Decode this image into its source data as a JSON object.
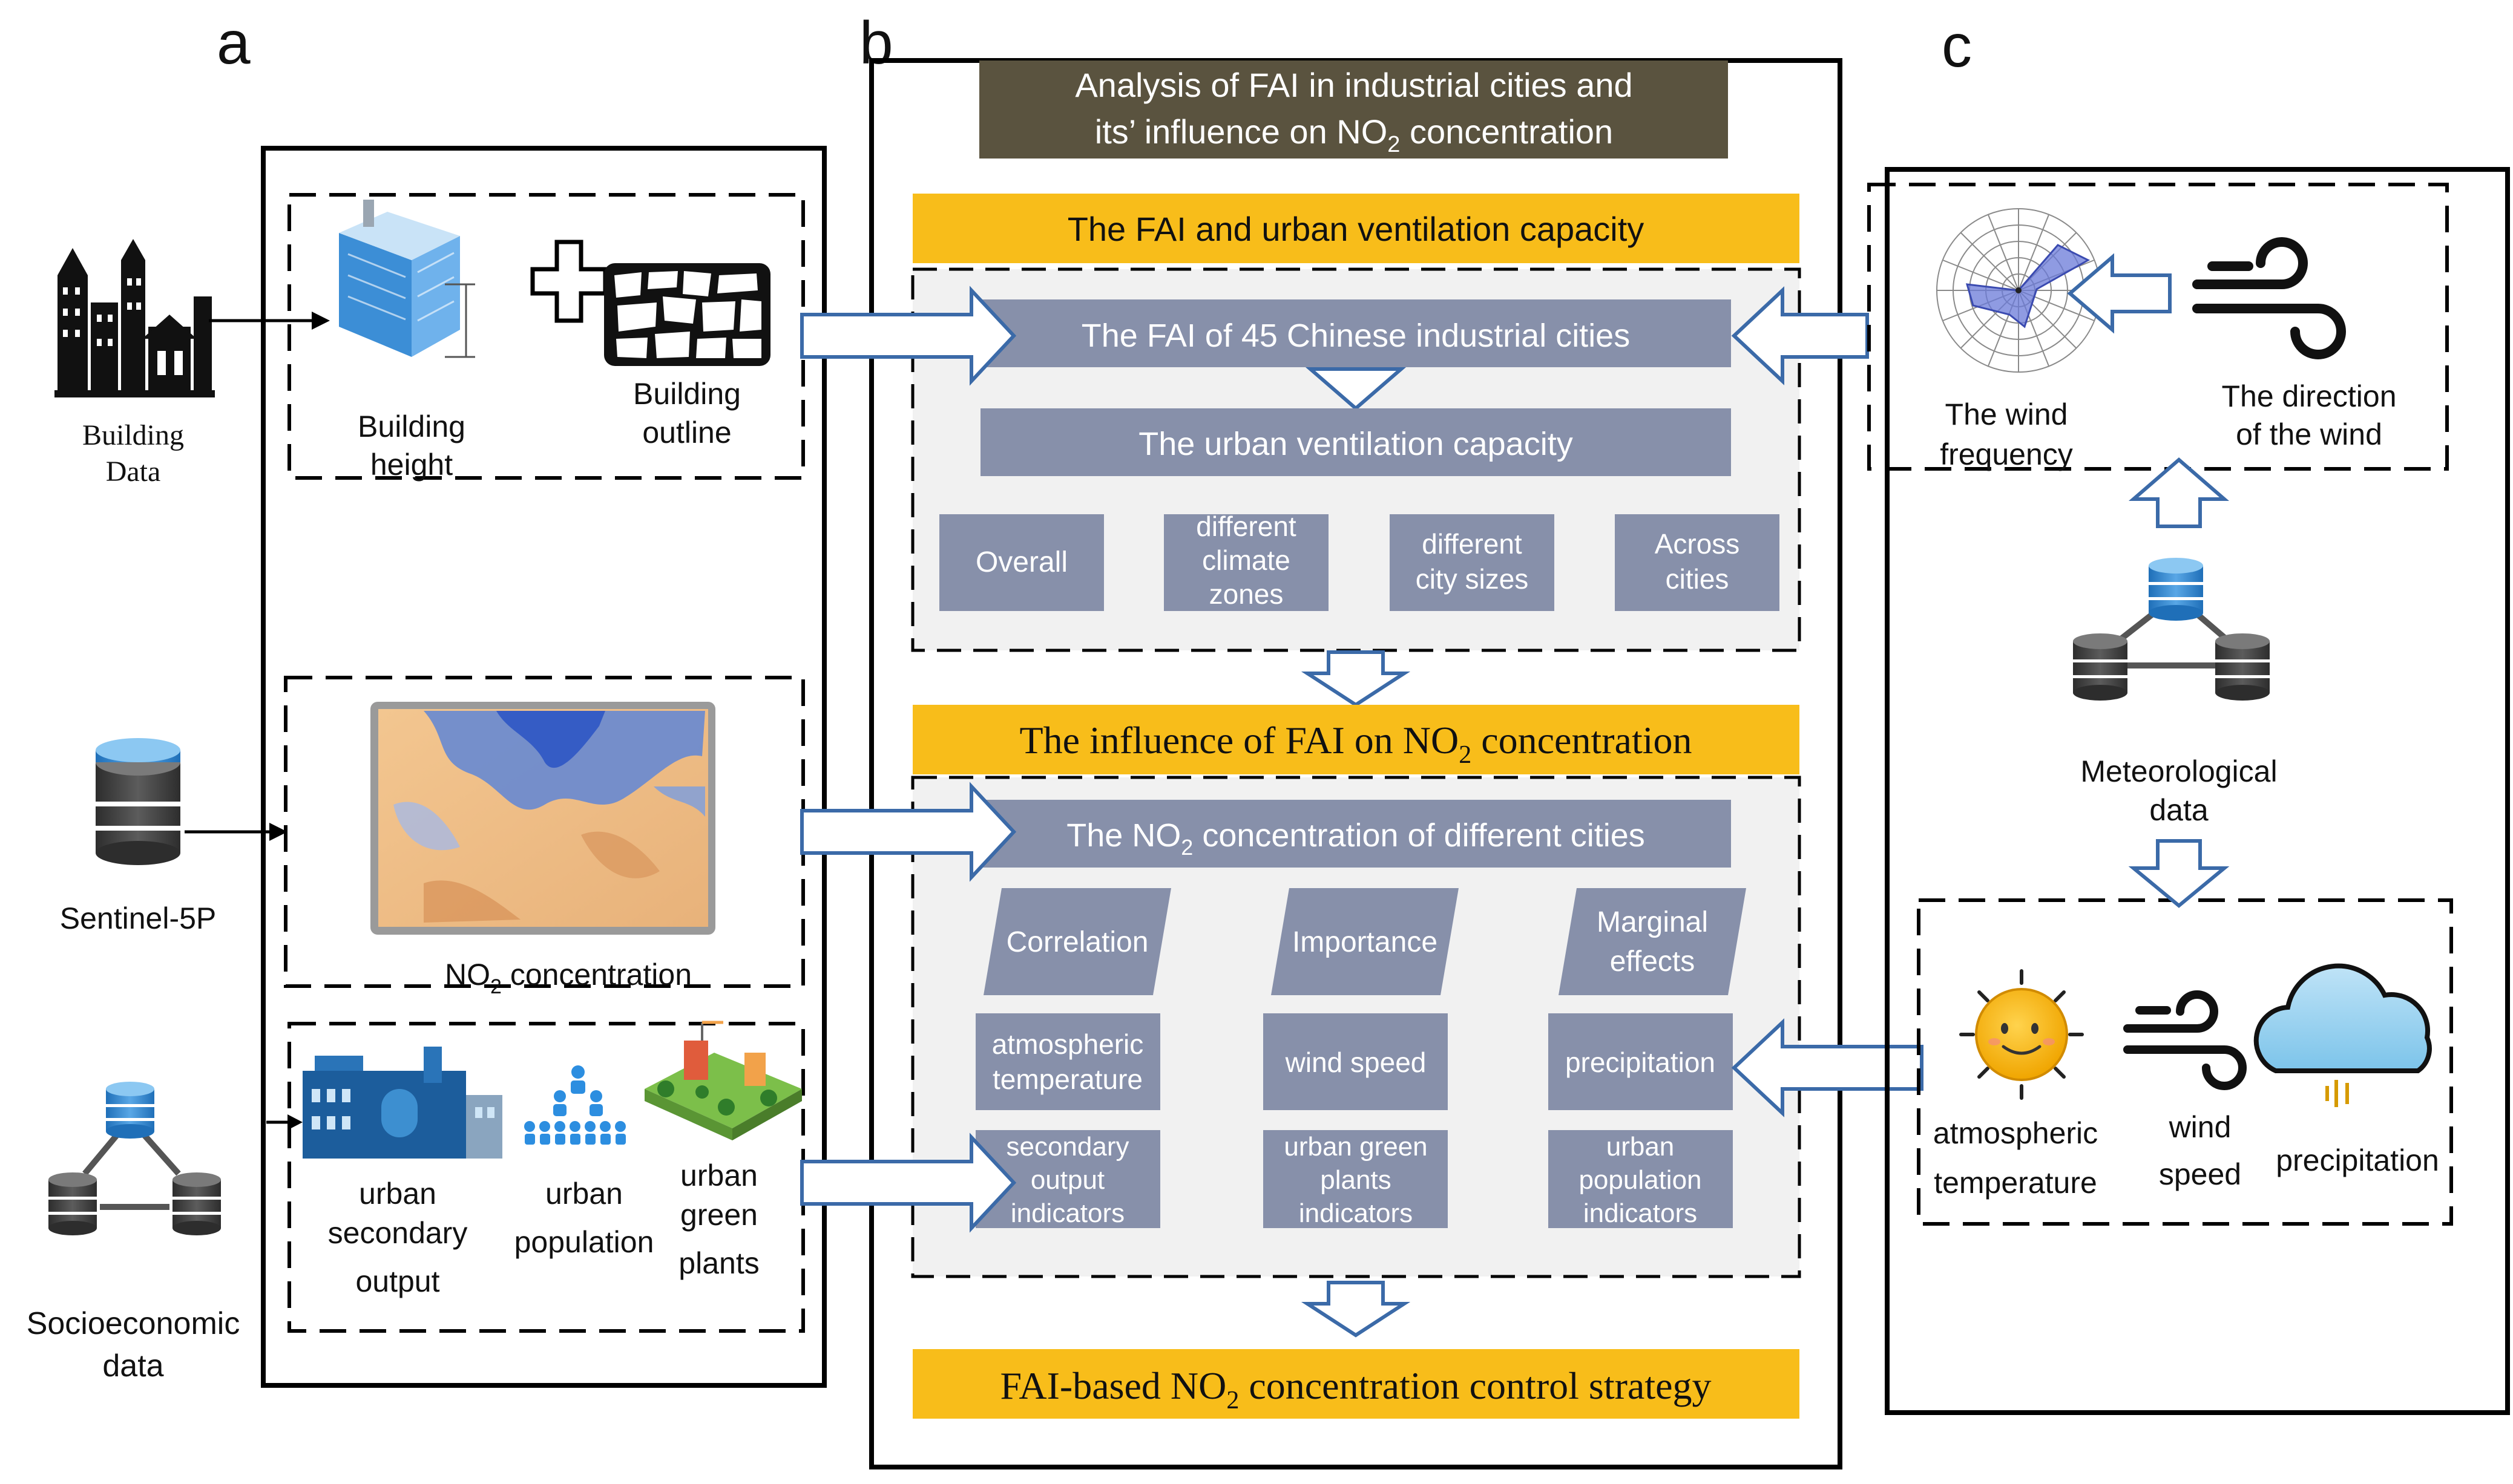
{
  "panel_labels": {
    "a": "a",
    "b": "b",
    "c": "c"
  },
  "colors": {
    "title_bg": "#5a533f",
    "section_bg": "#f8bd1a",
    "slate_box": "#8790aa",
    "arrow_outline": "#3b6aa8",
    "inner_panel": "#f1f1f1"
  },
  "panel_a": {
    "building_data": {
      "line1": "Building",
      "line2": "Data"
    },
    "building_height": {
      "line1": "Building",
      "line2": "height"
    },
    "building_outline": {
      "line1": "Building",
      "line2": "outline"
    },
    "sentinel": "Sentinel-5P",
    "no2_concentration": {
      "pre": "NO",
      "sub": "2",
      "post": " concentration"
    },
    "socioeconomic": {
      "line1": "Socioeconomic",
      "line2": "data"
    },
    "urban_secondary_output": {
      "line1": "urban",
      "line2": "secondary",
      "line3": "output"
    },
    "urban_population": {
      "line1": "urban",
      "line2": "population"
    },
    "urban_green_plants": {
      "line1": "urban",
      "line2": "green",
      "line3": "plants"
    }
  },
  "panel_b": {
    "title": {
      "line1": "Analysis of  FAI in industrial cities and",
      "line2_pre": "its’  influence on NO",
      "line2_sub": "2",
      "line2_post": " concentration"
    },
    "section1": "The FAI and urban ventilation capacity",
    "fai_45": "The FAI of 45 Chinese industrial cities",
    "ventilation": "The urban ventilation capacity",
    "categories": [
      {
        "lines": [
          "Overall"
        ]
      },
      {
        "lines": [
          "different",
          "climate",
          "zones"
        ]
      },
      {
        "lines": [
          "different",
          "city sizes"
        ]
      },
      {
        "lines": [
          "Across",
          "cities"
        ]
      }
    ],
    "section2": {
      "pre": "The influence of FAI on NO",
      "sub": "2",
      "post": "   concentration"
    },
    "no2_cities": {
      "pre": "The NO",
      "sub": "2",
      "post": " concentration of different cities"
    },
    "methods": [
      {
        "lines": [
          "Correlation"
        ]
      },
      {
        "lines": [
          "Importance"
        ]
      },
      {
        "lines": [
          "Marginal",
          "effects"
        ]
      }
    ],
    "factors_row1": [
      {
        "lines": [
          "atmospheric",
          "temperature"
        ]
      },
      {
        "lines": [
          "wind speed"
        ]
      },
      {
        "lines": [
          "precipitation"
        ]
      }
    ],
    "factors_row2": [
      {
        "lines": [
          "secondary",
          "output",
          "indicators"
        ]
      },
      {
        "lines": [
          "urban green",
          "plants",
          "indicators"
        ]
      },
      {
        "lines": [
          "urban",
          "population",
          "indicators"
        ]
      }
    ],
    "section3": {
      "pre": "FAI-based NO",
      "sub": "2",
      "post": "  concentration control strategy"
    }
  },
  "panel_c": {
    "wind_frequency": {
      "line1": "The wind",
      "line2": "frequency"
    },
    "wind_direction": {
      "line1": "The direction",
      "line2": "of the wind"
    },
    "meteorological": {
      "line1": "Meteorological",
      "line2": "data"
    },
    "atmospheric_temperature": {
      "line1": "atmospheric",
      "line2": "temperature"
    },
    "wind_speed": {
      "line1": "wind",
      "line2": "speed"
    },
    "precipitation": "precipitation"
  }
}
